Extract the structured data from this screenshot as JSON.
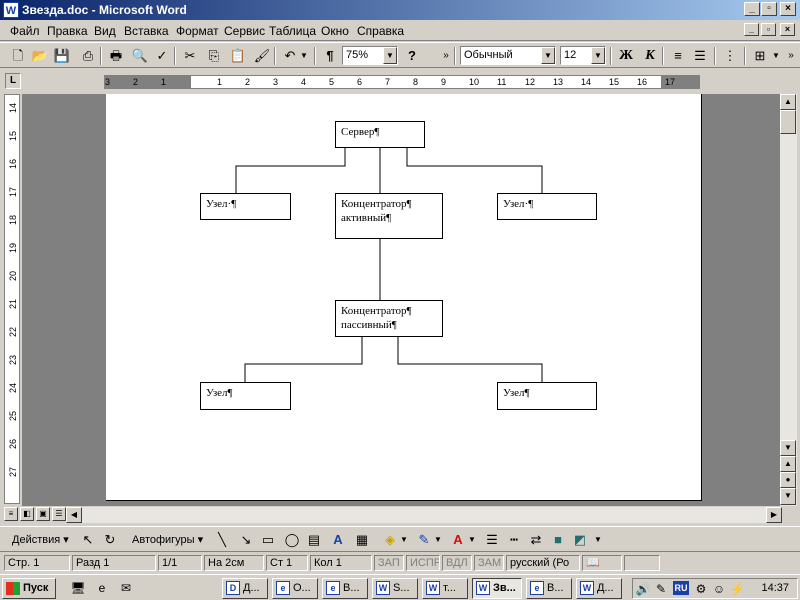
{
  "window": {
    "title": "Звезда.doc - Microsoft Word",
    "app_icon": "W"
  },
  "menu": [
    "Файл",
    "Правка",
    "Вид",
    "Вставка",
    "Формат",
    "Сервис",
    "Таблица",
    "Окно",
    "Справка"
  ],
  "toolbar": {
    "zoom": "75%",
    "style": "Обычный",
    "font_size": "12",
    "bold": "Ж",
    "italic": "К"
  },
  "ruler": {
    "h_numbers": [
      "3",
      "2",
      "1",
      "1",
      "2",
      "3",
      "4",
      "5",
      "6",
      "7",
      "8",
      "9",
      "10",
      "11",
      "12",
      "13",
      "14",
      "15",
      "16",
      "17"
    ],
    "v_numbers": [
      "14",
      "15",
      "16",
      "17",
      "18",
      "19",
      "20",
      "21",
      "22",
      "23",
      "24",
      "25",
      "26",
      "27"
    ]
  },
  "diagram": {
    "server": "Сервер¶",
    "node_left_top": "Узел·¶",
    "hub_active": [
      "Концентратор¶",
      "активный¶"
    ],
    "node_right_top": "Узел·¶",
    "hub_passive": [
      "Концентратор¶",
      "пассивный¶"
    ],
    "node_left_bottom": "Узел¶",
    "node_right_bottom": "Узел¶"
  },
  "drawbar": {
    "actions": "Действия",
    "autoshapes": "Автофигуры"
  },
  "status": {
    "page": "Стр. 1",
    "section": "Разд 1",
    "pages": "1/1",
    "at": "На 2см",
    "line": "Ст 1",
    "col": "Кол 1",
    "rec": "ЗАП",
    "trk": "ИСПР",
    "ext": "ВДЛ",
    "ovr": "ЗАМ",
    "lang": "русский (Ро"
  },
  "taskbar": {
    "start": "Пуск",
    "tasks": [
      "Д...",
      "О...",
      "В...",
      "S...",
      "т...",
      "Зв...",
      "В...",
      "Д..."
    ],
    "lang": "RU",
    "time": "14:37"
  }
}
